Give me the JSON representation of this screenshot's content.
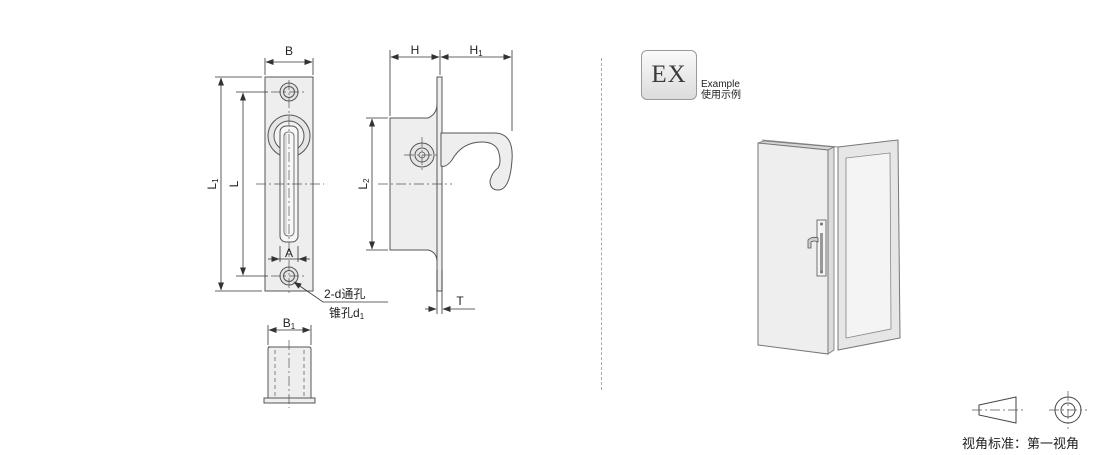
{
  "dimension_labels": {
    "b": "B",
    "h": "H",
    "h1_main": "H",
    "h1_sub": "1",
    "l1_main": "L",
    "l1_sub": "1",
    "l": "L",
    "l2_main": "L",
    "l2_sub": "2",
    "a": "A",
    "t": "T",
    "b1_main": "B",
    "b1_sub": "1"
  },
  "hole_note": {
    "line1": "2-d通孔",
    "line2_main": "锥孔d",
    "line2_sub": "1"
  },
  "example": {
    "badge": "EX",
    "caption_en": "Example",
    "caption_cn": "使用示例"
  },
  "projection": {
    "caption": "视角标准：第一视角"
  },
  "colors": {
    "l_label": "#c0007a",
    "part_fill": "#eeeeee",
    "line": "#555555"
  }
}
